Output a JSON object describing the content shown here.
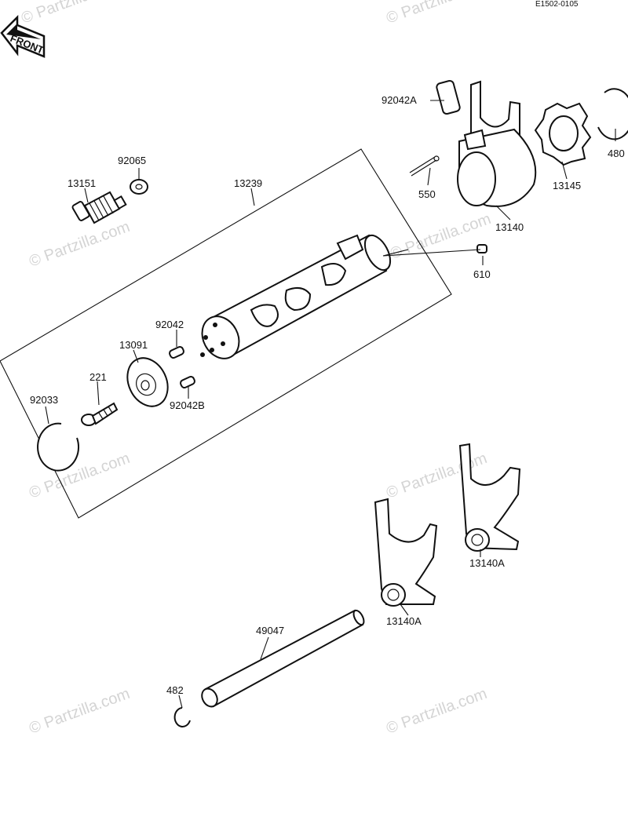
{
  "diagram": {
    "ref_code": "E1502-0105",
    "front_badge": "FRONT",
    "watermark": "© Partzilla.com",
    "colors": {
      "ink": "#111111",
      "watermark": "#d4d4d4",
      "background": "#ffffff"
    },
    "labels": {
      "p92042A": "92042A",
      "p480": "480",
      "p92065": "92065",
      "p13151": "13151",
      "p13239": "13239",
      "p550": "550",
      "p13145": "13145",
      "p13140": "13140",
      "p610": "610",
      "p92042": "92042",
      "p13091": "13091",
      "p221": "221",
      "p92033": "92033",
      "p92042B": "92042B",
      "p13140A_1": "13140A",
      "p13140A_2": "13140A",
      "p49047": "49047",
      "p482": "482"
    }
  }
}
